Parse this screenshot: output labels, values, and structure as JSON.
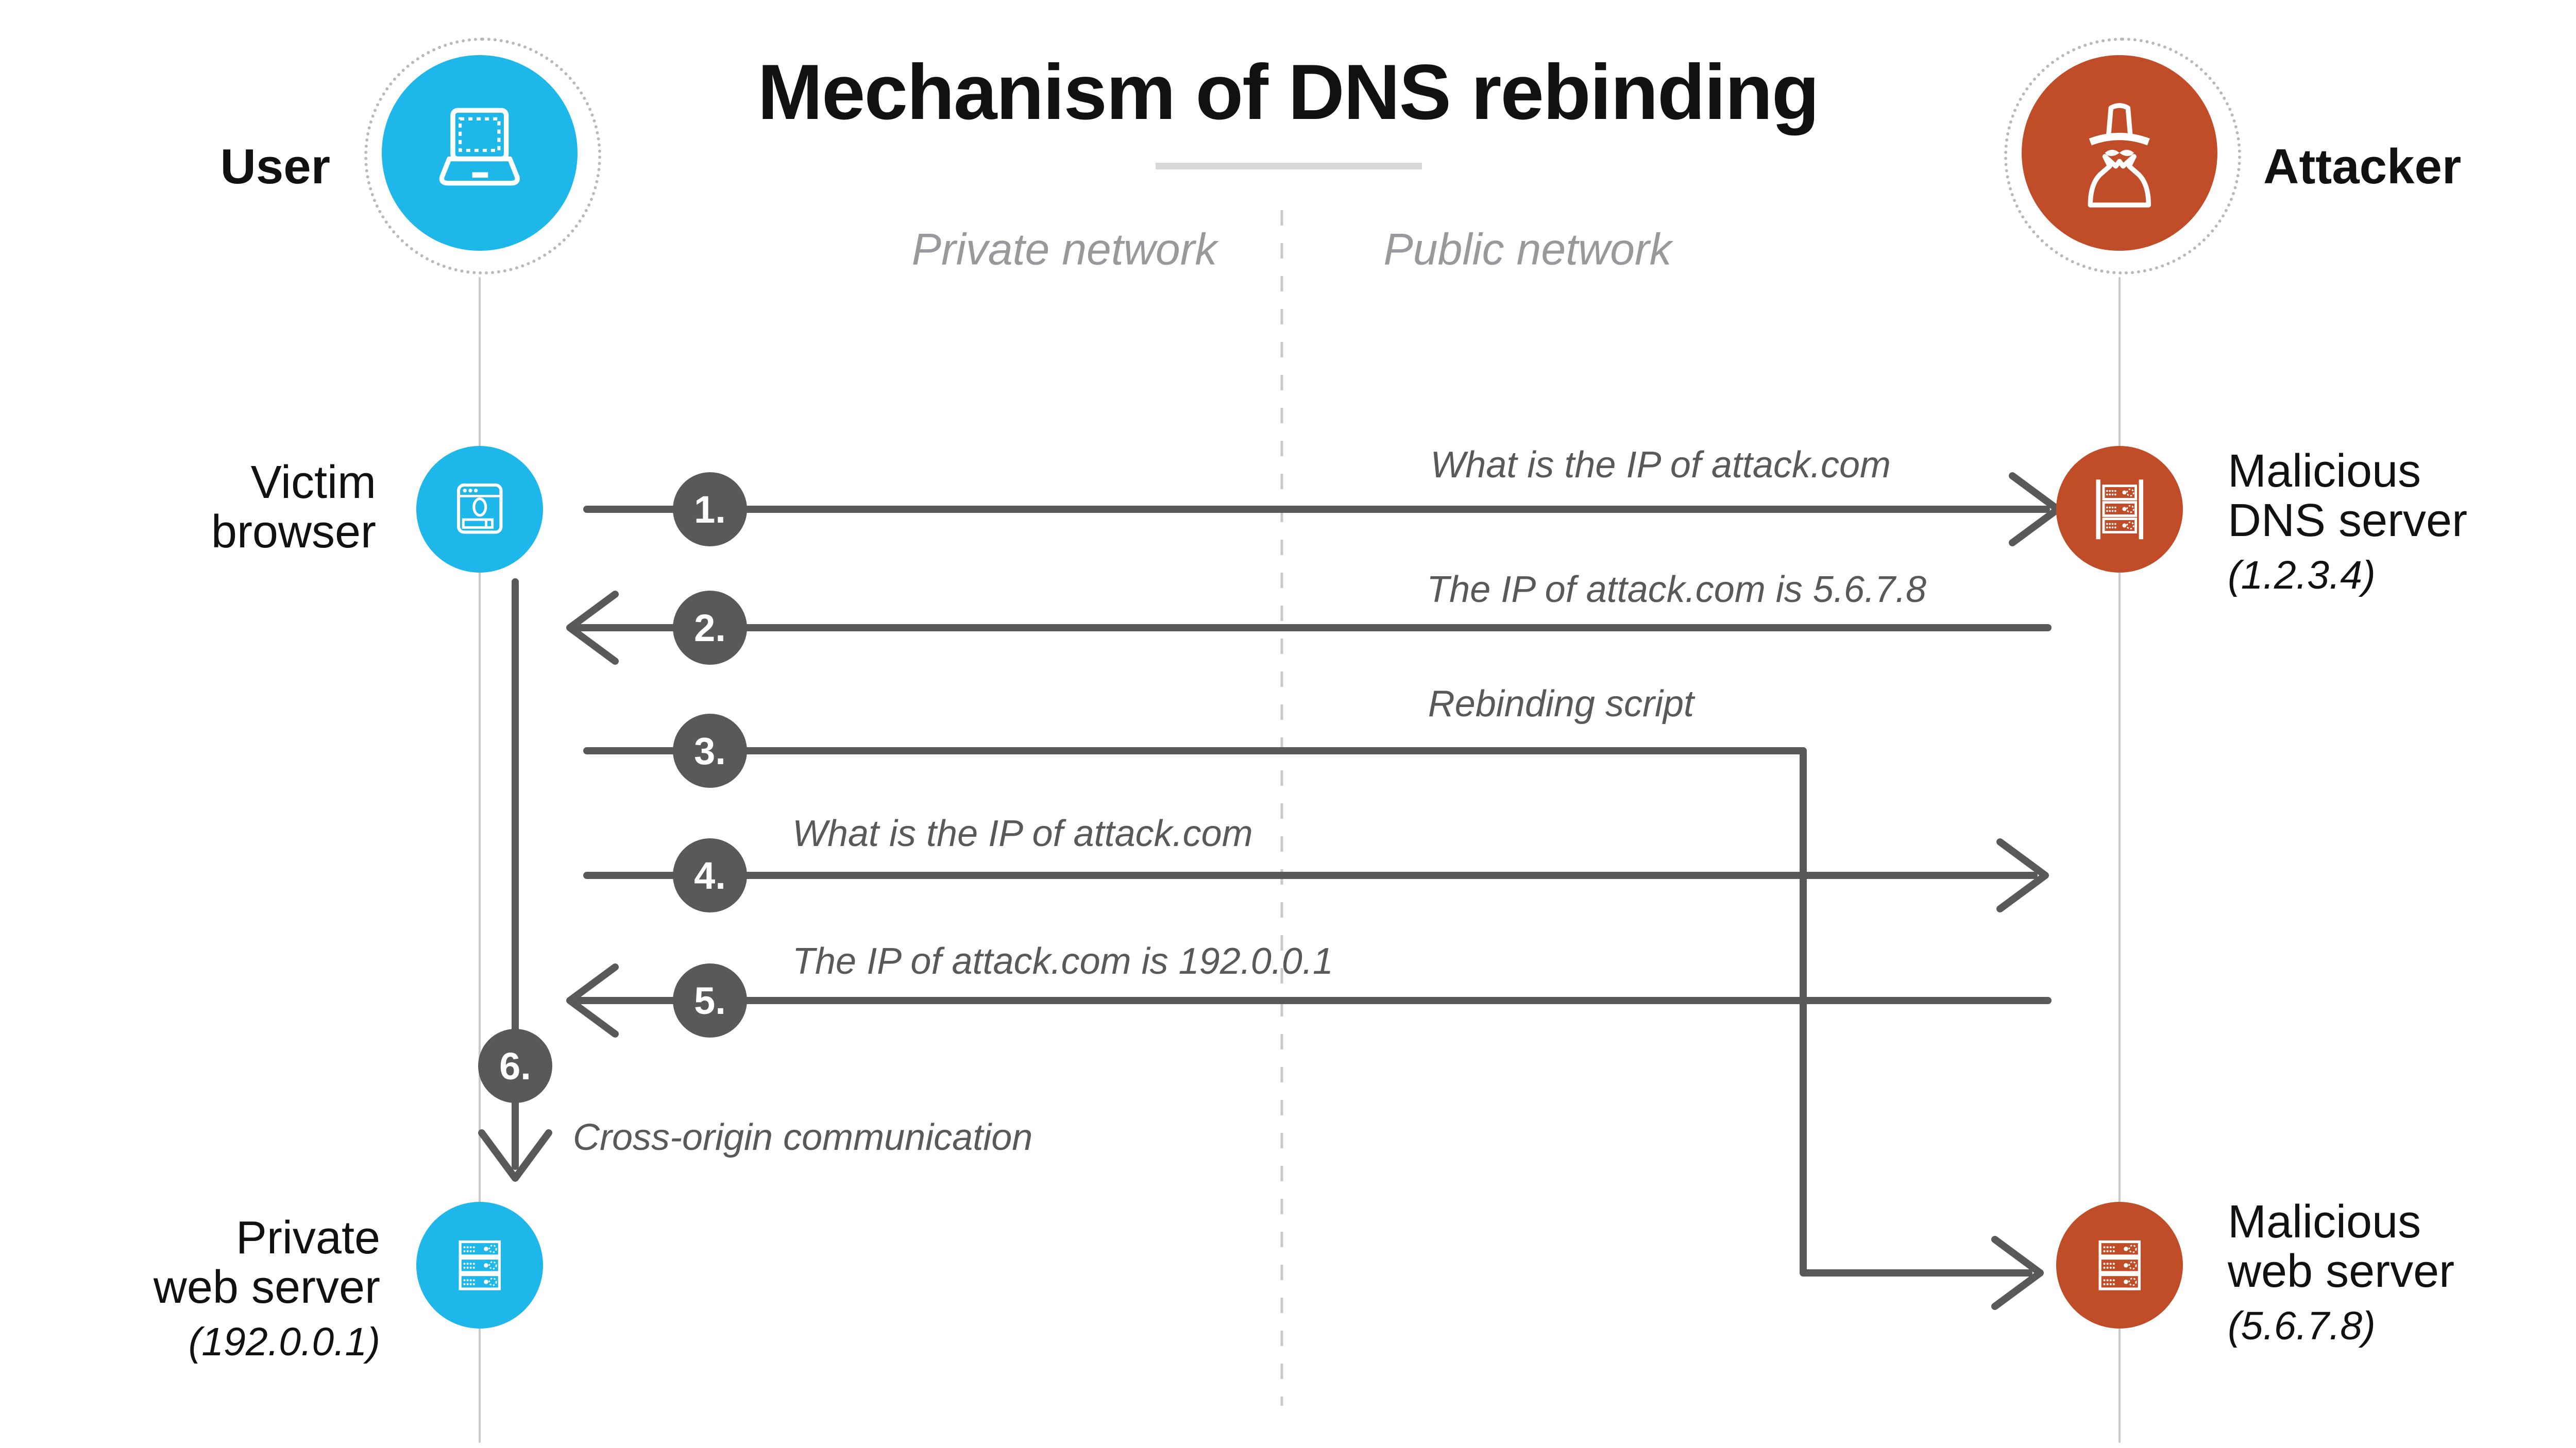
{
  "title": "Mechanism of DNS rebinding",
  "zones": {
    "private": "Private network",
    "public": "Public network"
  },
  "actors": {
    "user": "User",
    "attacker": "Attacker"
  },
  "nodes": {
    "victim_browser": {
      "line1": "Victim",
      "line2": "browser"
    },
    "malicious_dns": {
      "line1": "Malicious",
      "line2": "DNS server",
      "ip": "(1.2.3.4)"
    },
    "private_web": {
      "line1": "Private",
      "line2": "web server",
      "ip": "(192.0.0.1)"
    },
    "malicious_web": {
      "line1": "Malicious",
      "line2": "web server",
      "ip": "(5.6.7.8)"
    }
  },
  "steps": [
    {
      "num": "1.",
      "label": "What is the IP of attack.com"
    },
    {
      "num": "2.",
      "label": "The IP of attack.com is 5.6.7.8"
    },
    {
      "num": "3.",
      "label": "Rebinding script"
    },
    {
      "num": "4.",
      "label": "What is the IP of attack.com"
    },
    {
      "num": "5.",
      "label": "The IP of attack.com is 192.0.0.1"
    },
    {
      "num": "6.",
      "label": "Cross-origin communication"
    }
  ],
  "colors": {
    "user_blue": "#1db7ea",
    "attacker_red": "#c14d28",
    "arrow_gray": "#58595b",
    "lifeline_gray": "#c9c9c9",
    "zone_label_gray": "#97999c"
  }
}
